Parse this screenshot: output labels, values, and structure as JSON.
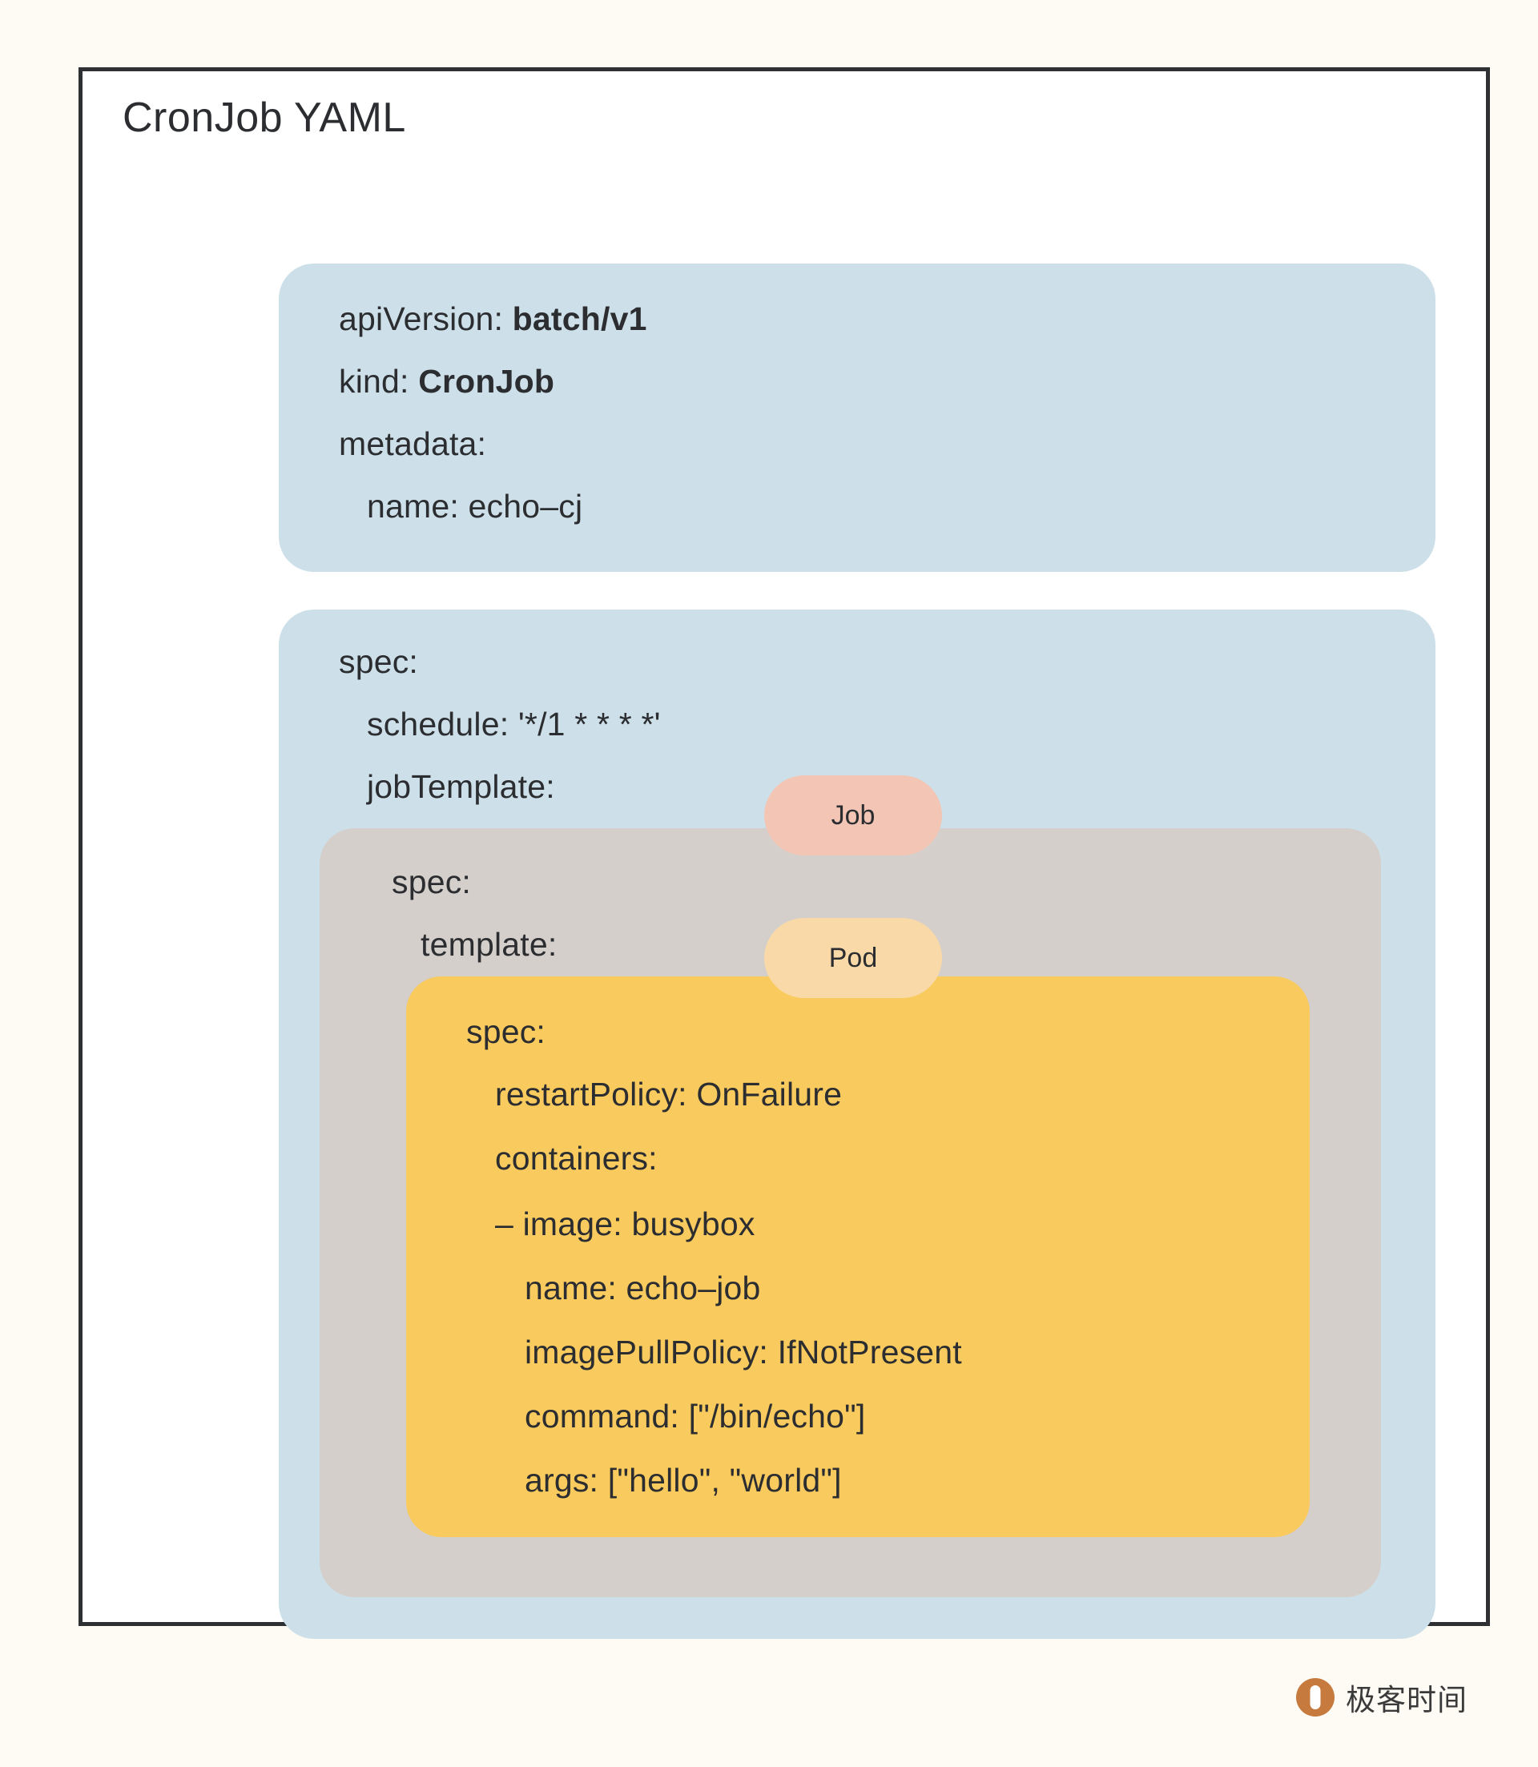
{
  "page": {
    "background_color": "#FDFBF4",
    "frame_border_color": "#2E3033",
    "frame_fill_color": "#FFFFFF"
  },
  "card": {
    "title": "CronJob YAML"
  },
  "palette": {
    "blue_box": "#CDE0E9",
    "gray_box": "#D4CFCB",
    "yellow_box": "#F9CA5D",
    "job_badge": "#F3C5B5",
    "pod_badge": "#F9D9A7",
    "text": "#2B2D30",
    "watermark_orange": "#C67A3E"
  },
  "metadata_block": {
    "lines": [
      {
        "key": "apiVersion:",
        "value": "batch/v1",
        "value_bold": true
      },
      {
        "key": "kind:",
        "value": "CronJob",
        "value_bold": true
      },
      {
        "key": "metadata:",
        "value": "",
        "value_bold": false
      },
      {
        "key": "  name: echo–cj",
        "value": "",
        "value_bold": false
      }
    ],
    "line_api": "apiVersion: ",
    "line_api_value": "batch/v1",
    "line_kind": "kind: ",
    "line_kind_value": "CronJob",
    "line_metadata": "metadata:",
    "line_name": "name: echo–cj"
  },
  "spec_block": {
    "line_spec": "spec:",
    "line_schedule": "schedule: '*/1 * * * *'",
    "line_jobtemplate": "jobTemplate:"
  },
  "job_block": {
    "line_spec": "spec:",
    "line_template": "template:"
  },
  "pod_block": {
    "line_spec": "spec:",
    "line_restartpolicy": "restartPolicy: OnFailure",
    "line_containers": "containers:",
    "line_image": "– image: busybox",
    "line_name": "name: echo–job",
    "line_imagepullpolicy": "imagePullPolicy: IfNotPresent",
    "line_command": "command: [\"/bin/echo\"]",
    "line_args": "args: [\"hello\", \"world\"]"
  },
  "badges": {
    "job": "Job",
    "pod": "Pod"
  },
  "watermark": {
    "text": "极客时间"
  }
}
